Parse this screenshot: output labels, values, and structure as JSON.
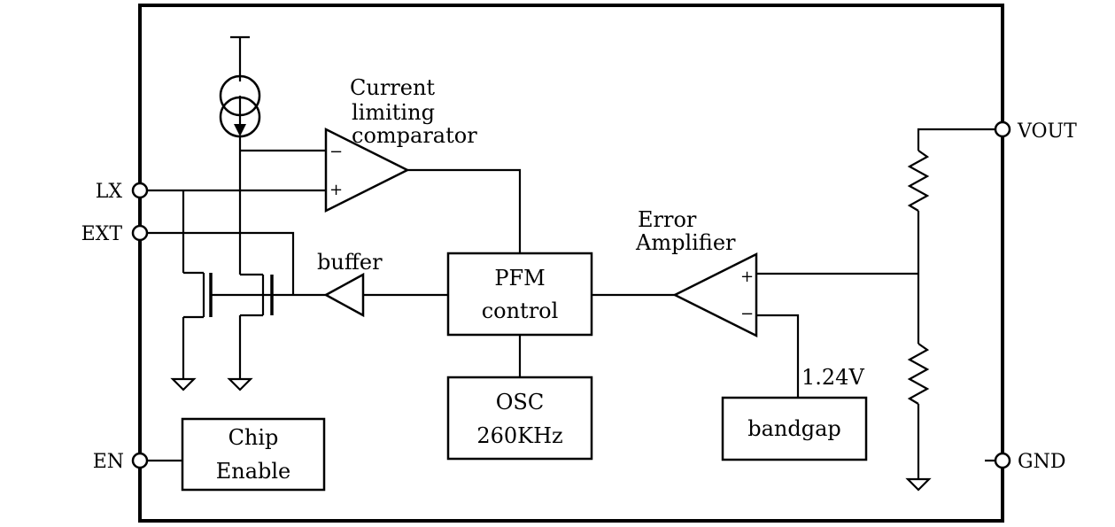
{
  "pins": {
    "lx": "LX",
    "ext": "EXT",
    "en": "EN",
    "vout": "VOUT",
    "gnd": "GND"
  },
  "comparator": {
    "title_line1": "Current",
    "title_line2": "limiting",
    "title_line3": "comparator",
    "minus": "−",
    "plus": "+"
  },
  "buffer": {
    "label": "buffer"
  },
  "pfm": {
    "line1": "PFM",
    "line2": "control"
  },
  "osc": {
    "line1": "OSC",
    "line2": "260KHz"
  },
  "chip_enable": {
    "line1": "Chip",
    "line2": "Enable"
  },
  "error_amp": {
    "title_line1": "Error",
    "title_line2": "Amplifier",
    "plus": "+",
    "minus": "−"
  },
  "bandgap": {
    "label": "bandgap",
    "reference": "1.24V"
  }
}
